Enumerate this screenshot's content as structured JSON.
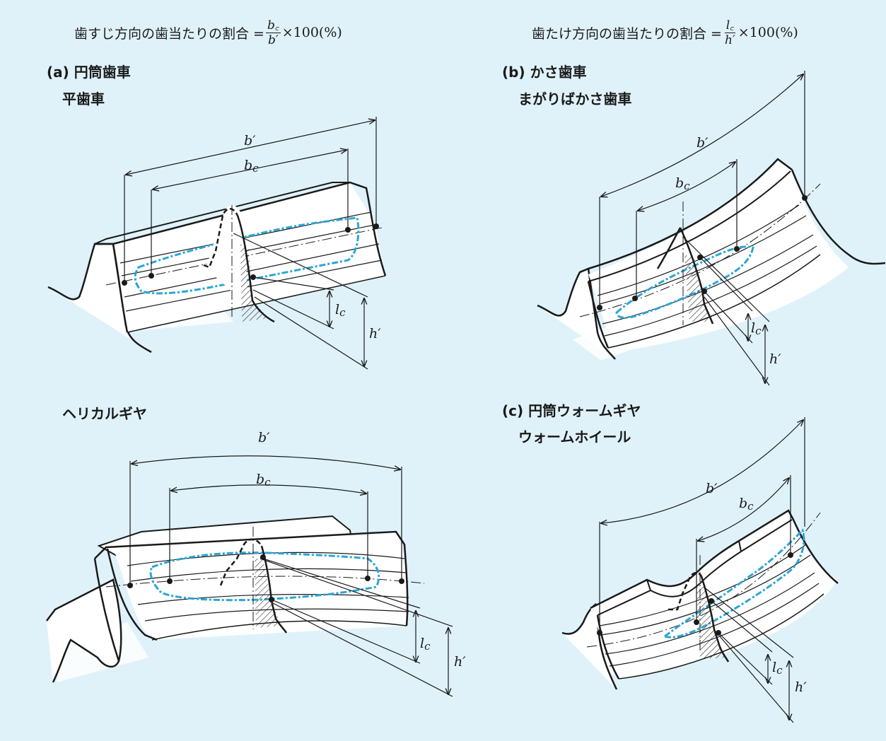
{
  "formulas": {
    "lengthwise": {
      "prefix": "歯すじ方向の歯当たりの割合 =",
      "numerator": "b꜀",
      "denominator": "b′",
      "suffix": "×100(%)"
    },
    "profile": {
      "prefix": "歯たけ方向の歯当たりの割合 =",
      "numerator": "l꜀",
      "denominator": "h′",
      "suffix": "×100(%)"
    }
  },
  "sections": {
    "a": {
      "letter": "(a)",
      "title": "円筒歯車",
      "subtitle": "平歯車"
    },
    "helical": {
      "title": "ヘリカルギヤ"
    },
    "b": {
      "letter": "(b)",
      "title": "かさ歯車",
      "subtitle": "まがりばかさ歯車"
    },
    "c": {
      "letter": "(c)",
      "title": "円筒ウォームギヤ",
      "subtitle": "ウォームホイール"
    }
  },
  "dimension_labels": {
    "face_width": "b′",
    "contact_length": "b",
    "contact_sub": "c",
    "tooth_height": "h′",
    "contact_height": "l",
    "height_sub": "c"
  },
  "colors": {
    "panel_background": "#dff2fa",
    "contact_pattern": "#2aa6d6",
    "outline": "#1a1a1a"
  }
}
